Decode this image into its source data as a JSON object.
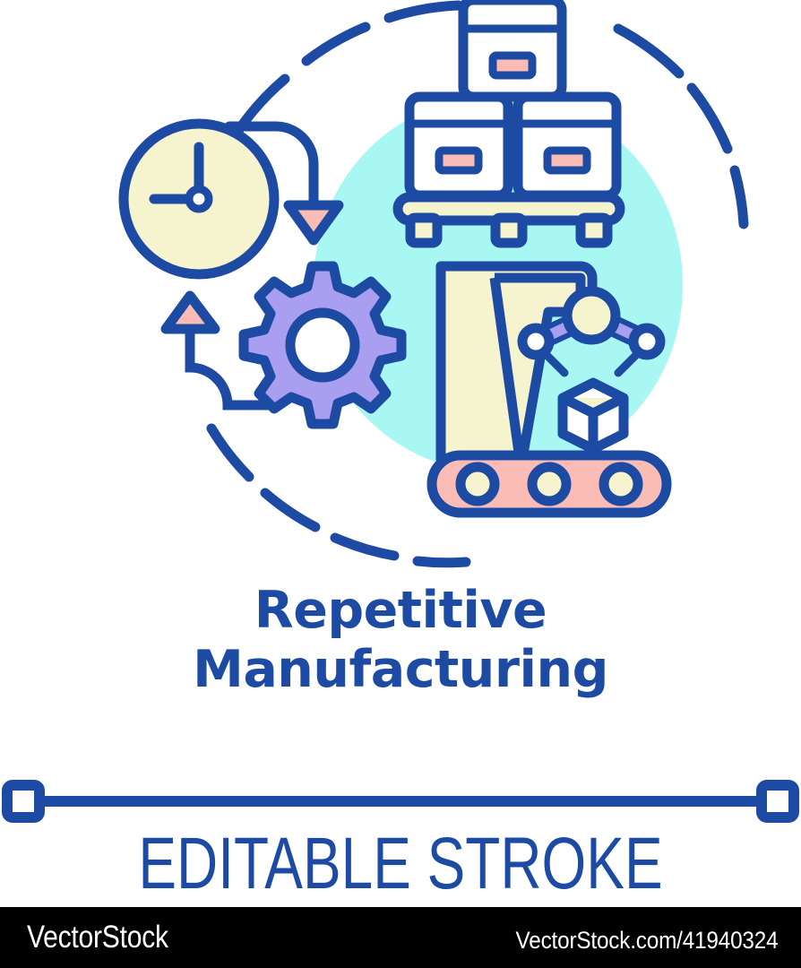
{
  "page": {
    "kind": "concept-icon-illustration",
    "background": "#ffffff"
  },
  "colors": {
    "stroke_blue": "#1d4ba4",
    "accent_cyan": "#a8f7f2",
    "accent_cream": "#f6f4ce",
    "accent_pink": "#fbbcb5",
    "accent_purple": "#a99ef0",
    "white": "#ffffff",
    "footer_background": "#000000",
    "footer_text": "#ffffff"
  },
  "title": {
    "line1": "Repetitive",
    "line2": "Manufacturing",
    "color": "#1d4ba4"
  },
  "divider": {
    "label": "editable-stroke-width-indicator",
    "handle_count": 2
  },
  "editable_stroke": {
    "text": "EDITABLE STROKE",
    "color": "#1d4ba4"
  },
  "footer": {
    "brand": "VectorStock",
    "url": "VectorStock.com/41940324"
  },
  "illustration": {
    "elements": [
      {
        "name": "cyan-blob",
        "fill": "#a8f7f2"
      },
      {
        "name": "dashed-circle-arc-top",
        "stroke": "#1d4ba4"
      },
      {
        "name": "dashed-circle-arc-right",
        "stroke": "#1d4ba4"
      },
      {
        "name": "dashed-circle-arc-bottom",
        "stroke": "#1d4ba4"
      },
      {
        "name": "clock",
        "fill": "#f6f4ce",
        "stroke": "#1d4ba4"
      },
      {
        "name": "gear",
        "fill": "#a99ef0",
        "stroke": "#1d4ba4"
      },
      {
        "name": "cycle-arrow-down",
        "fill": "#fbbcb5",
        "stroke": "#1d4ba4"
      },
      {
        "name": "cycle-arrow-up",
        "fill": "#fbbcb5",
        "stroke": "#1d4ba4"
      },
      {
        "name": "pallet",
        "fill": "#f6f4ce",
        "stroke": "#1d4ba4"
      },
      {
        "name": "carton-top",
        "fill": "#ffffff",
        "label_fill": "#fbbcb5"
      },
      {
        "name": "carton-left",
        "fill": "#ffffff",
        "label_fill": "#fbbcb5"
      },
      {
        "name": "carton-right",
        "fill": "#ffffff",
        "label_fill": "#fbbcb5"
      },
      {
        "name": "robot-gantry",
        "fill": "#f6f4ce",
        "stroke": "#1d4ba4"
      },
      {
        "name": "robot-arm",
        "fill": "#a99ef0",
        "joint_fill": "#f6f4ce"
      },
      {
        "name": "cube-package",
        "fill": "#ffffff",
        "top_fill": "#f6f4ce"
      },
      {
        "name": "conveyor-belt",
        "fill": "#fbbcb5",
        "roller_fill": "#f6f4ce",
        "roller_count": 3
      }
    ]
  }
}
